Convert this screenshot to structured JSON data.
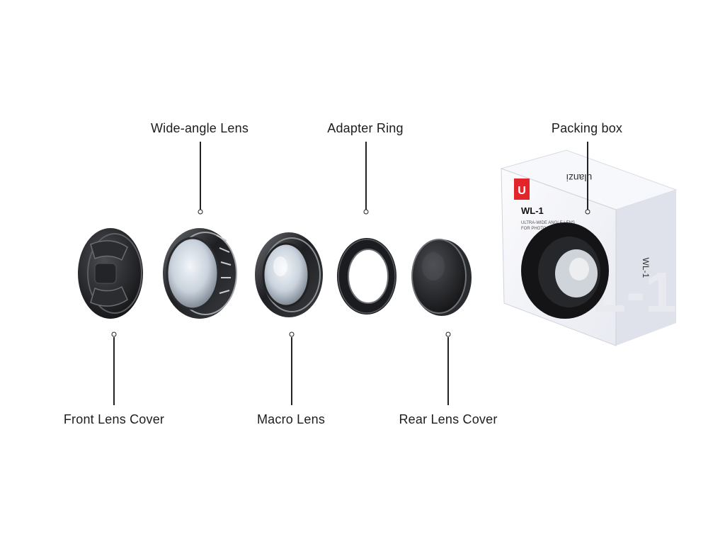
{
  "labels": {
    "wide_angle_lens": "Wide-angle Lens",
    "adapter_ring": "Adapter Ring",
    "packing_box": "Packing box",
    "front_lens_cover": "Front Lens Cover",
    "macro_lens": "Macro Lens",
    "rear_lens_cover": "Rear Lens Cover"
  },
  "box": {
    "brand": "ulanzi",
    "model": "WL-1",
    "logo_letter": "U",
    "side_text": "WL-1",
    "big_watermark": "WL-1",
    "tagline_1": "ULTRA-WIDE ANGLE LENS",
    "tagline_2": "FOR PHOTOGRAPHY"
  },
  "colors": {
    "logo_red": "#e1252b",
    "box_face": "#f3f4f8",
    "box_side": "#e4e6ee",
    "lens_black": "#1a1a1c"
  }
}
